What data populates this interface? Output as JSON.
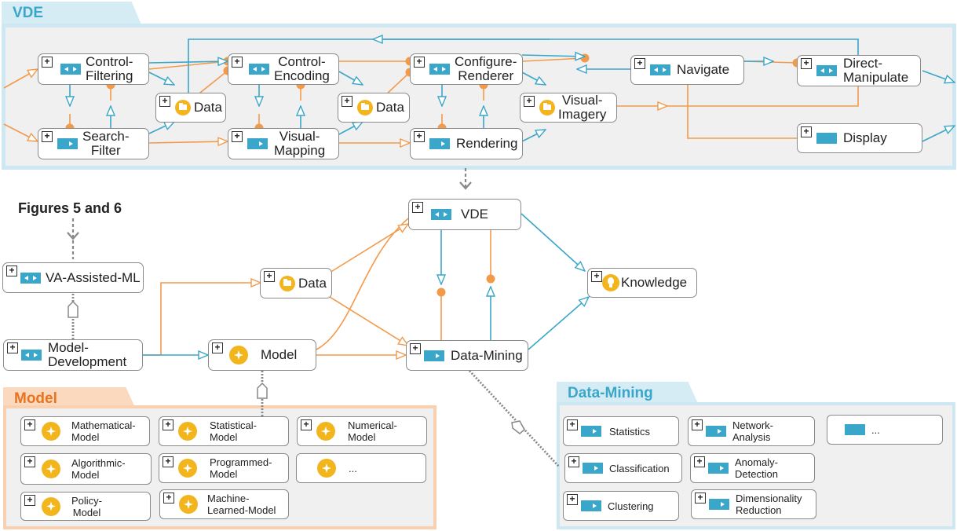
{
  "vde_panel": {
    "title": "VDE"
  },
  "model_panel": {
    "title": "Model"
  },
  "dm_panel": {
    "title": "Data-Mining"
  },
  "annotation": {
    "figures": "Figures 5 and 6"
  },
  "vde_nodes": {
    "control_filtering": "Control-\nFiltering",
    "search_filter": "Search-\nFilter",
    "data_1": "Data",
    "control_encoding": "Control-\nEncoding",
    "visual_mapping": "Visual-\nMapping",
    "data_2": "Data",
    "configure_renderer": "Configure-\nRenderer",
    "rendering": "Rendering",
    "visual_imagery": "Visual-\nImagery",
    "navigate": "Navigate",
    "direct_manipulate": "Direct-\nManipulate",
    "display": "Display"
  },
  "main_nodes": {
    "vde": "VDE",
    "va_assisted_ml": "VA-Assisted-ML",
    "model_development": "Model-\nDevelopment",
    "data": "Data",
    "model": "Model",
    "data_mining": "Data-Mining",
    "knowledge": "Knowledge"
  },
  "model_types": {
    "mathematical": "Mathematical-\nModel",
    "statistical": "Statistical-\nModel",
    "numerical": "Numerical-\nModel",
    "algorithmic": "Algorithmic-\nModel",
    "programmed": "Programmed-\nModel",
    "more": "...",
    "policy": "Policy-\nModel",
    "machine_learned": "Machine-\nLearned-Model"
  },
  "dm_types": {
    "statistics": "Statistics",
    "network_analysis": "Network-\nAnalysis",
    "more": "...",
    "classification": "Classification",
    "anomaly_detection": "Anomaly-\nDetection",
    "clustering": "Clustering",
    "dimensionality_reduction": "Dimensionality\nReduction"
  },
  "colors": {
    "blue": "#3aa6c9",
    "orange": "#f39a4a",
    "gold": "#f2b51d",
    "vde_panel_bg": "#f0f0f0",
    "vde_panel_border": "#bfe2ee",
    "model_panel_border": "#f8c7a0",
    "model_title": "#e8741f",
    "vde_title": "#3aa6c9"
  }
}
